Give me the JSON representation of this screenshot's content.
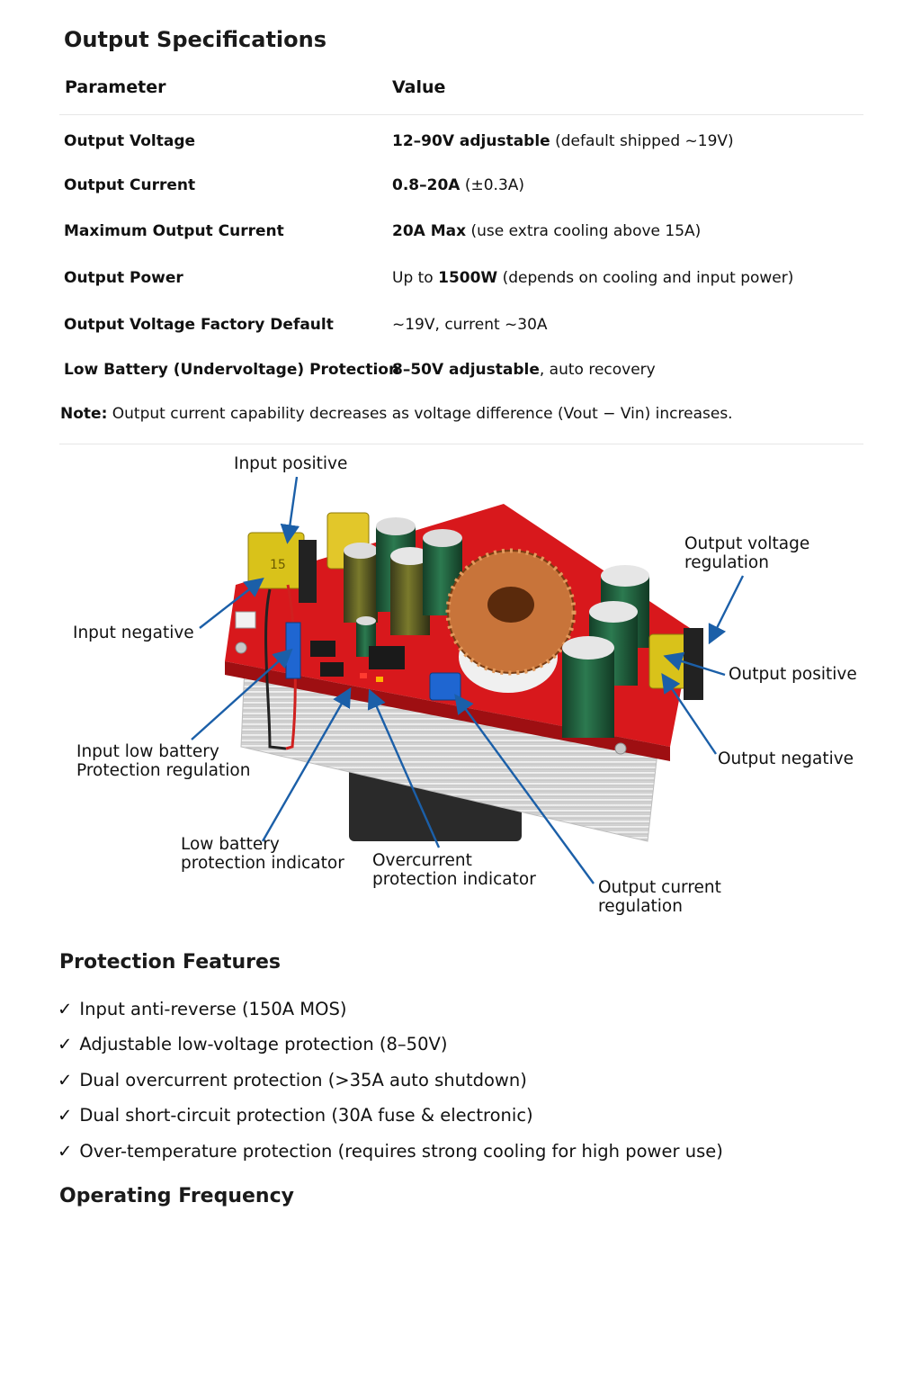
{
  "spec": {
    "title": "Output Specifications",
    "header_param": "Parameter",
    "header_value": "Value",
    "rows": [
      {
        "param": "Output Voltage",
        "value_bold": "12–90V adjustable",
        "value_rest": " (default shipped ~19V)"
      },
      {
        "param": "Output Current",
        "value_bold": "0.8–20A",
        "value_rest": " (±0.3A)"
      },
      {
        "param": "Maximum Output Current",
        "value_bold": "20A Max",
        "value_rest": " (use extra cooling above 15A)"
      },
      {
        "param": "Output Power",
        "value_pre": "Up to ",
        "value_bold": "1500W",
        "value_rest": " (depends on cooling and input power)"
      },
      {
        "param": "Output Voltage Factory Default",
        "value_rest": "~19V, current ~30A"
      },
      {
        "param": "Low Battery (Undervoltage) Protection",
        "value_bold": "8–50V adjustable",
        "value_rest": ", auto recovery"
      }
    ],
    "note_label": "Note:",
    "note_text": " Output current capability decreases as voltage difference (Vout − Vin) increases."
  },
  "diagram": {
    "labels": {
      "input_positive": "Input positive",
      "input_negative": "Input negative",
      "input_low_battery_1": "Input low battery",
      "input_low_battery_2": "Protection regulation",
      "low_battery_indicator_1": "Low battery",
      "low_battery_indicator_2": "protection indicator",
      "overcurrent_indicator_1": "Overcurrent",
      "overcurrent_indicator_2": "protection indicator",
      "output_current_1": "Output current",
      "output_current_2": "regulation",
      "output_voltage_1": "Output voltage",
      "output_voltage_2": "regulation",
      "output_positive": "Output positive",
      "output_negative": "Output negative"
    },
    "fuse_marking": "15",
    "colors": {
      "arrow": "#1b5fa8",
      "pcb": "#d8181c",
      "heatsink": "#dcdcdc",
      "capacitor": "#1f5a3a",
      "copper": "#c8743a"
    }
  },
  "protection": {
    "title": "Protection Features",
    "check": "✓",
    "items": [
      "Input anti-reverse (150A MOS)",
      "Adjustable low-voltage protection (8–50V)",
      "Dual overcurrent protection (>35A auto shutdown)",
      "Dual short-circuit protection (30A fuse & electronic)",
      "Over-temperature protection (requires strong cooling for high power use)"
    ]
  },
  "frequency": {
    "title": "Operating Frequency"
  }
}
